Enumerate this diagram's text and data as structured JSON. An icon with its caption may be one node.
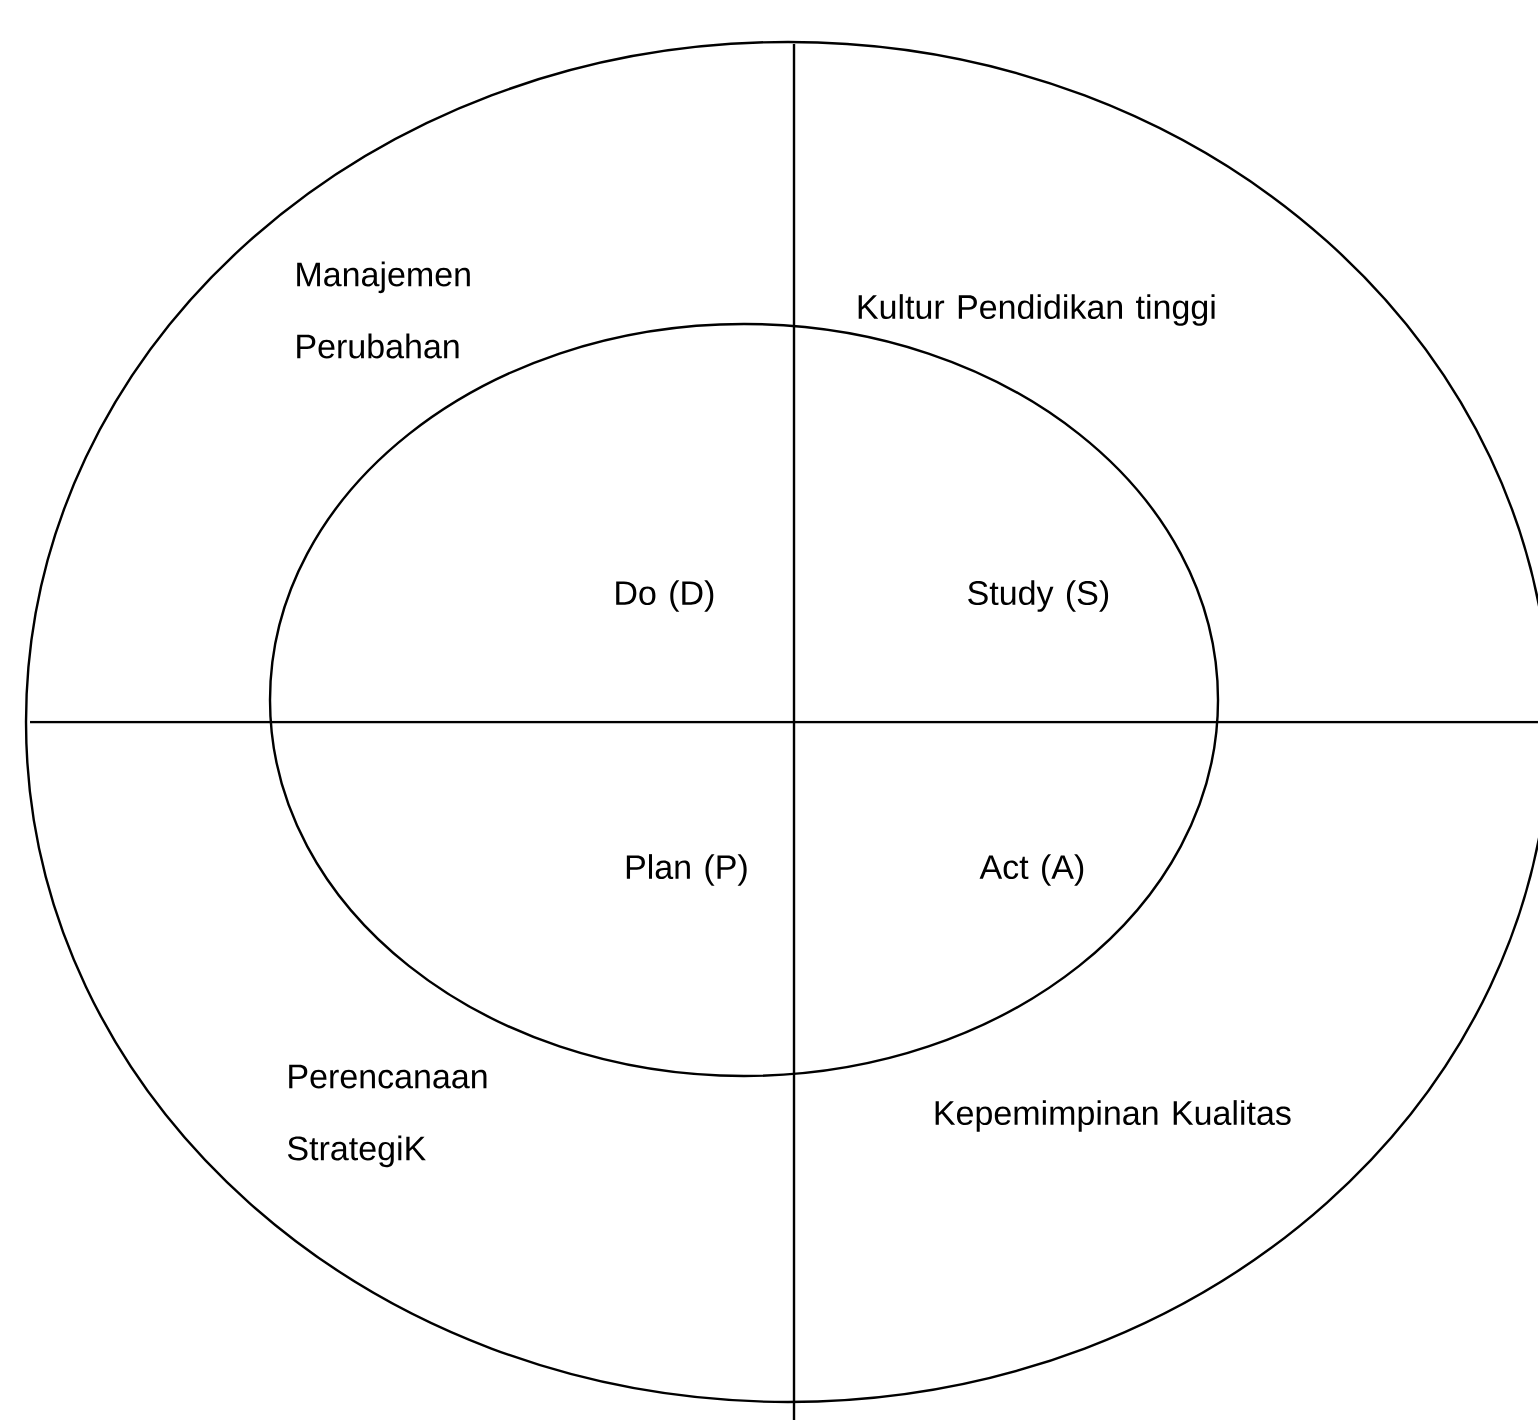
{
  "diagram": {
    "nodes": [
      {
        "text": [
          "Manajemen Perubahan",
          "Kultur Pendidikan tinggi",
          "Perencanaan StrategiK",
          "Kepemimpinan Kualitas"
        ]
      },
      {
        "text": [
          "Do (D)",
          "Study (S)",
          "Plan (P)",
          "Act (A)"
        ],
        "in": 0
      }
    ]
  }
}
